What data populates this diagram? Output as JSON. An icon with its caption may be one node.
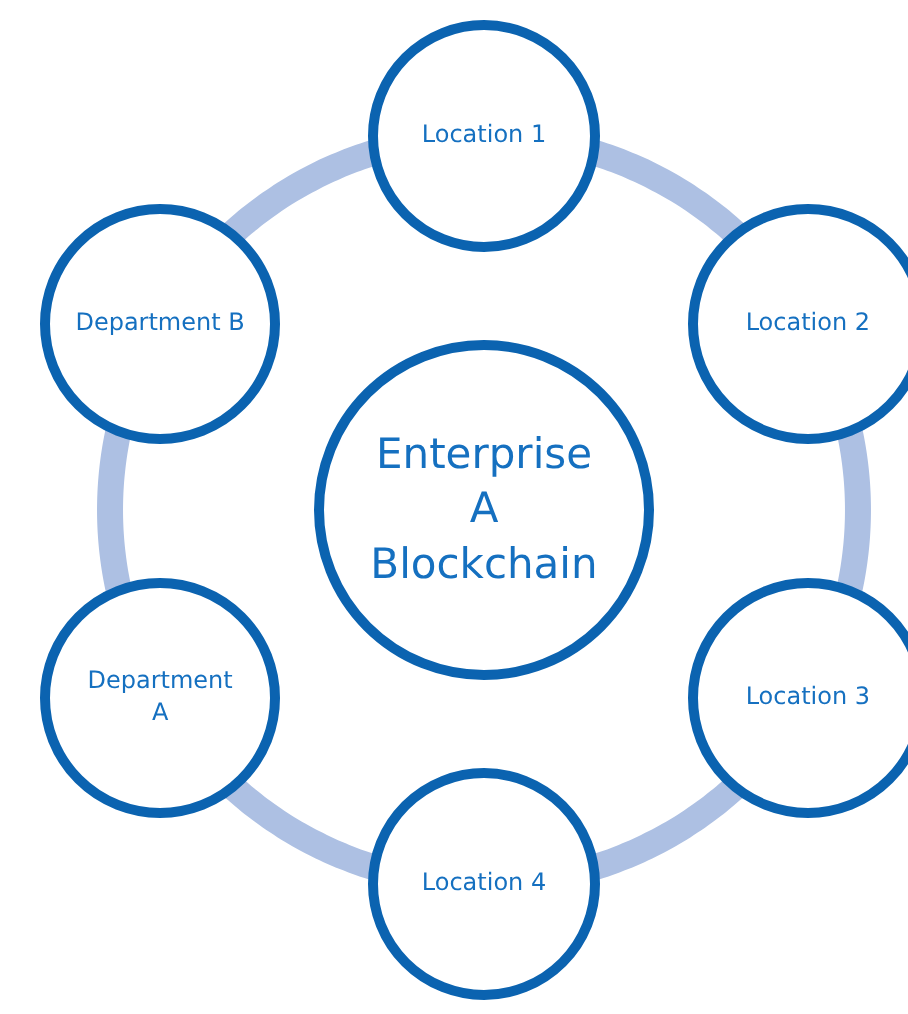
{
  "diagram": {
    "nodes": [
      {
        "text": [
          "Enterprise A Blockchain"
        ]
      },
      {
        "text": [
          "Location 1"
        ]
      },
      {
        "text": [
          "Location 2"
        ]
      },
      {
        "text": [
          "Location 3"
        ]
      },
      {
        "text": [
          "Location 4"
        ]
      },
      {
        "text": [
          "Department A"
        ]
      },
      {
        "text": [
          "Department B"
        ]
      }
    ],
    "edges": [
      {
        "from": 1,
        "to": 2,
        "arrow": "none"
      },
      {
        "from": 2,
        "to": 3,
        "arrow": "none"
      },
      {
        "from": 3,
        "to": 4,
        "arrow": "none"
      },
      {
        "from": 4,
        "to": 5,
        "arrow": "none"
      },
      {
        "from": 5,
        "to": 6,
        "arrow": "none"
      },
      {
        "from": 6,
        "to": 1,
        "arrow": "none"
      }
    ]
  }
}
